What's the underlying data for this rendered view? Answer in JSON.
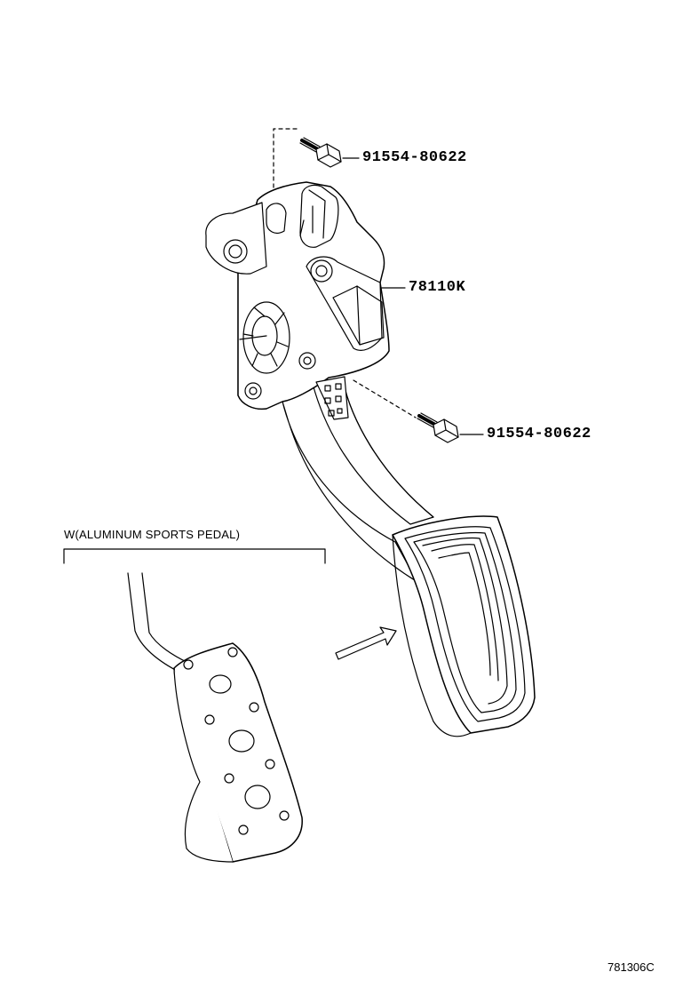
{
  "callouts": {
    "bolt_upper": "91554-80622",
    "pedal_assembly": "78110K",
    "bolt_lower": "91554-80622"
  },
  "variant_caption": "W(ALUMINUM SPORTS PEDAL)",
  "figure_code": "781306C"
}
